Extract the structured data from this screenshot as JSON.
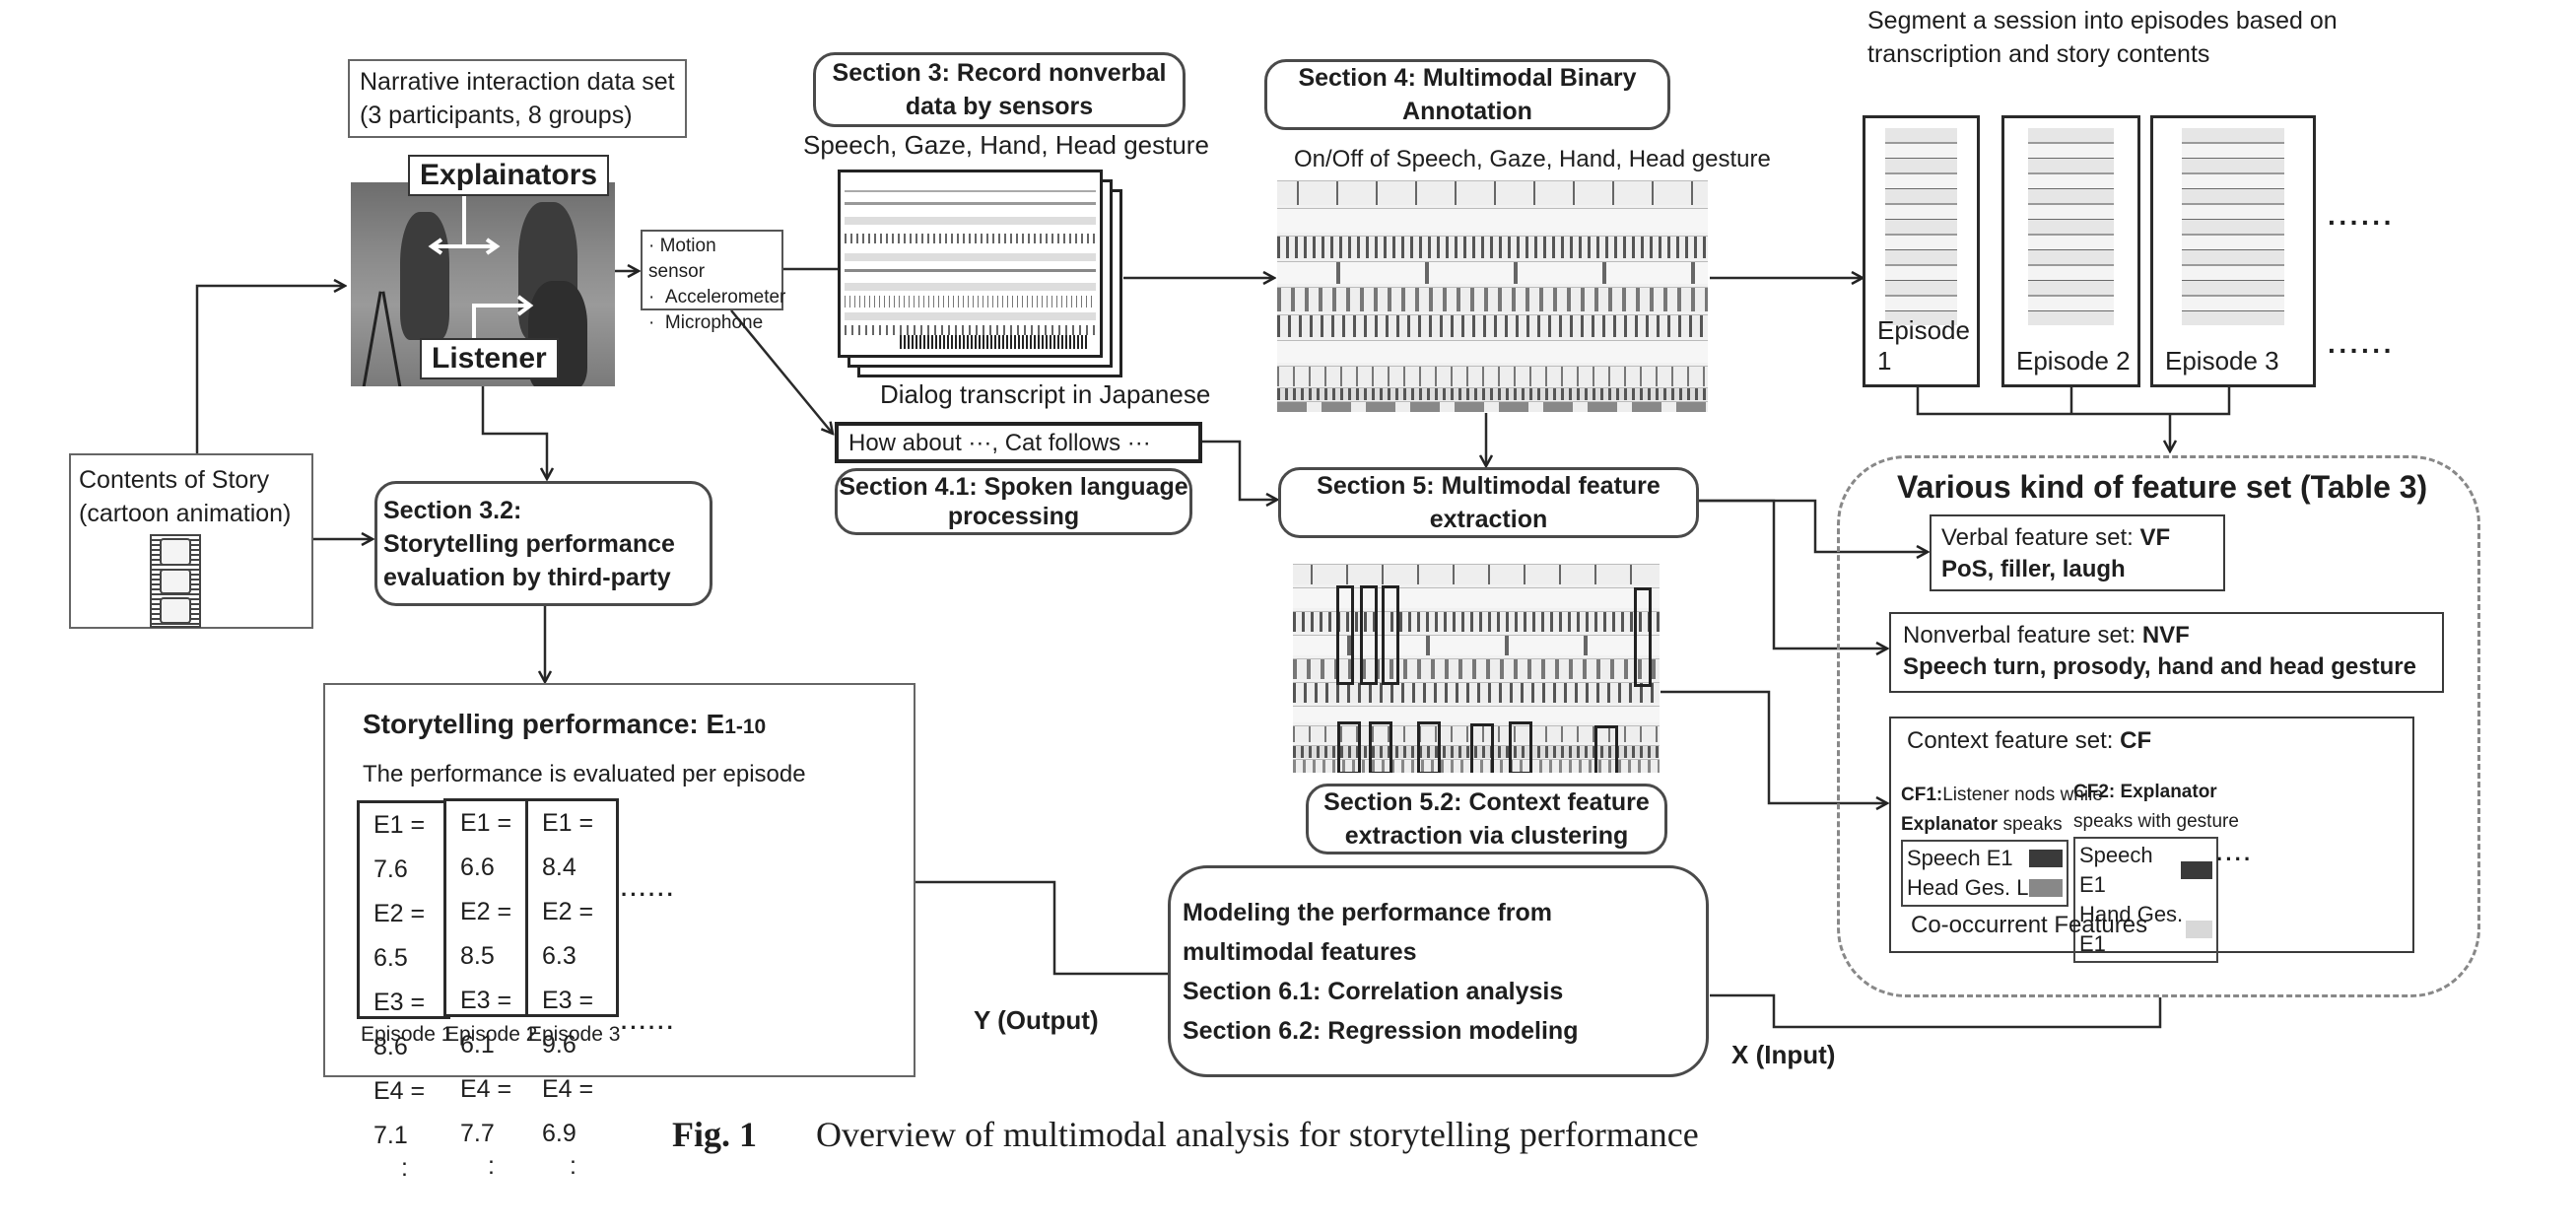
{
  "figure": {
    "caption_label": "Fig. 1",
    "caption_text": "Overview of multimodal analysis for storytelling performance"
  },
  "dataset": {
    "title_line1": "Narrative interaction data set",
    "title_line2": "(3 participants,  8 groups)",
    "photo_labels": {
      "explainators": "Explainators",
      "listener": "Listener"
    }
  },
  "sensors": {
    "items": [
      "Motion sensor",
      "Accelerometer",
      "Microphone"
    ],
    "bullet": "·"
  },
  "section3": {
    "title_line1": "Section 3:  Record  nonverbal",
    "title_line2": "data by sensors",
    "signals_label": "Speech, Gaze, Hand, Head gesture",
    "transcript_label": "Dialog transcript in Japanese"
  },
  "transcript_sample": "How about ···,  Cat  follows  ···",
  "section4_1": {
    "title_line1": "Section 4.1: Spoken language",
    "title_line2": "processing"
  },
  "section4": {
    "title_line1": "Section 4:  Multimodal Binary",
    "title_line2": "Annotation",
    "annotation_label": "On/Off  of  Speech, Gaze, Hand, Head gesture"
  },
  "segmentation": {
    "title_line1": "Segment a session  into episodes based on",
    "title_line2": "transcription and story contents",
    "episodes": [
      "Episode 1",
      "Episode 2",
      "Episode 3"
    ],
    "more": "······"
  },
  "section5": {
    "title_line1": "Section 5:  Multimodal feature",
    "title_line2": "extraction"
  },
  "section5_2": {
    "title_line1": "Section 5.2:  Context  feature",
    "title_line2": "extraction via clustering"
  },
  "feature_sets": {
    "title": "Various kind of feature set (Table 3)",
    "verbal": {
      "label": "Verbal feature set: ",
      "abbr": "VF",
      "detail": "PoS, filler, laugh"
    },
    "nonverbal": {
      "label": "Nonverbal feature set: ",
      "abbr": "NVF",
      "detail": "Speech turn, prosody, hand and head gesture"
    },
    "context": {
      "label": "Context feature set: ",
      "abbr": "CF",
      "cf1": {
        "id": "CF1:",
        "text": "Listener nods while",
        "bold_word": "Explanator",
        "text2": "  speaks",
        "rows": [
          {
            "name": "Speech  E1",
            "color": "#3a3a3a"
          },
          {
            "name": "Head Ges. L",
            "color": "#888888"
          }
        ]
      },
      "cf2": {
        "id": "CF2: ",
        "bold_word": "Explanator",
        "text2": "speaks with gesture",
        "rows": [
          {
            "name": "Speech E1",
            "color": "#3a3a3a"
          },
          {
            "name": "Hand Ges. E1",
            "color": "#d8d8d8"
          }
        ]
      },
      "more": "····",
      "footer": "Co-occurrent Features"
    }
  },
  "story": {
    "line1": "Contents of Story",
    "line2": "(cartoon animation)"
  },
  "section3_2": {
    "line1": "Section 3.2:",
    "line2": "Storytelling performance",
    "line3": "evaluation  by third-party"
  },
  "performance": {
    "title": "Storytelling performance: E",
    "title_sub": "1-10",
    "subtitle": "The performance is evaluated per episode",
    "episodes": [
      {
        "label": "Episode 1",
        "scores": [
          "E1 = 7.6",
          "E2 = 6.5",
          "E3 = 8.6",
          "E4 = 7.1"
        ]
      },
      {
        "label": "Episode 2",
        "scores": [
          "E1 = 6.6",
          "E2 = 8.5",
          "E3 = 6.1",
          "E4 = 7.7"
        ]
      },
      {
        "label": "Episode 3",
        "scores": [
          "E1 = 8.4",
          "E2 = 6.3",
          "E3 = 9.6",
          "E4 = 6.9"
        ]
      }
    ],
    "vdots": ":",
    "more": "······"
  },
  "modeling": {
    "line1": "Modeling the performance from",
    "line2": "multimodal features",
    "line3": "Section 6.1: Correlation analysis",
    "line4": "Section 6.2: Regression modeling"
  },
  "io_labels": {
    "output": "Y (Output)",
    "input": "X (Input)"
  }
}
